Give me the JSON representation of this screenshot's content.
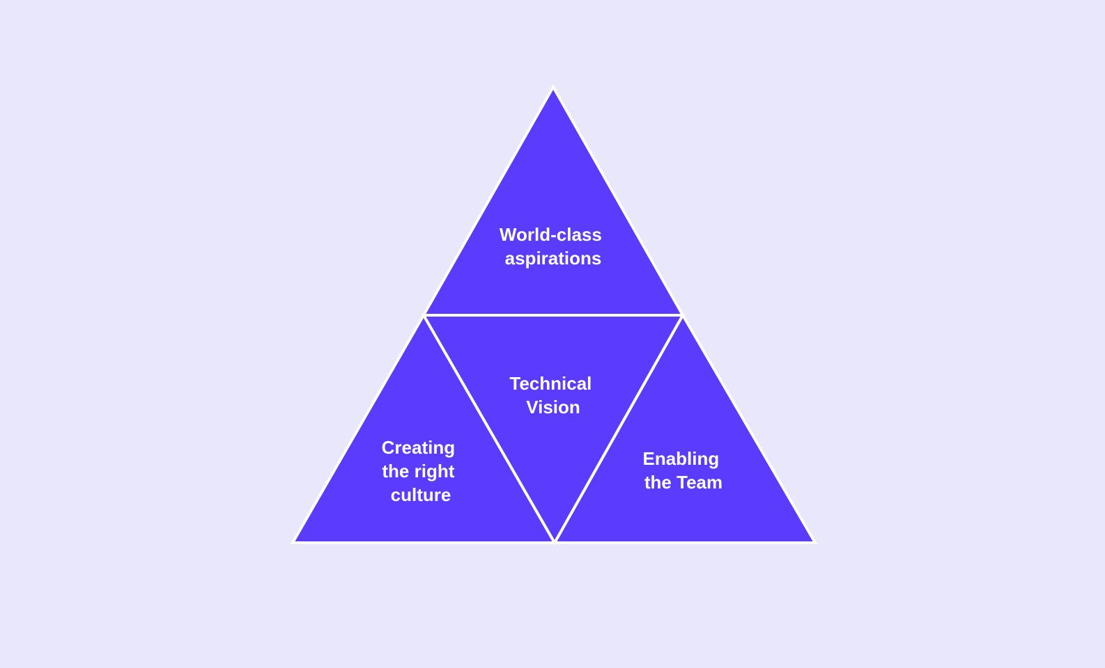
{
  "colors": {
    "background": "#E9E7FB",
    "fill": "#5B3CFF",
    "stroke": "#FFFFFF",
    "text": "#FFFFFF"
  },
  "segments": {
    "top": {
      "lines": [
        "World-class",
        "aspirations"
      ]
    },
    "center": {
      "lines": [
        "Technical",
        "Vision"
      ]
    },
    "left": {
      "lines": [
        "Creating",
        "the right",
        "culture"
      ]
    },
    "right": {
      "lines": [
        "Enabling",
        "the Team"
      ]
    }
  }
}
